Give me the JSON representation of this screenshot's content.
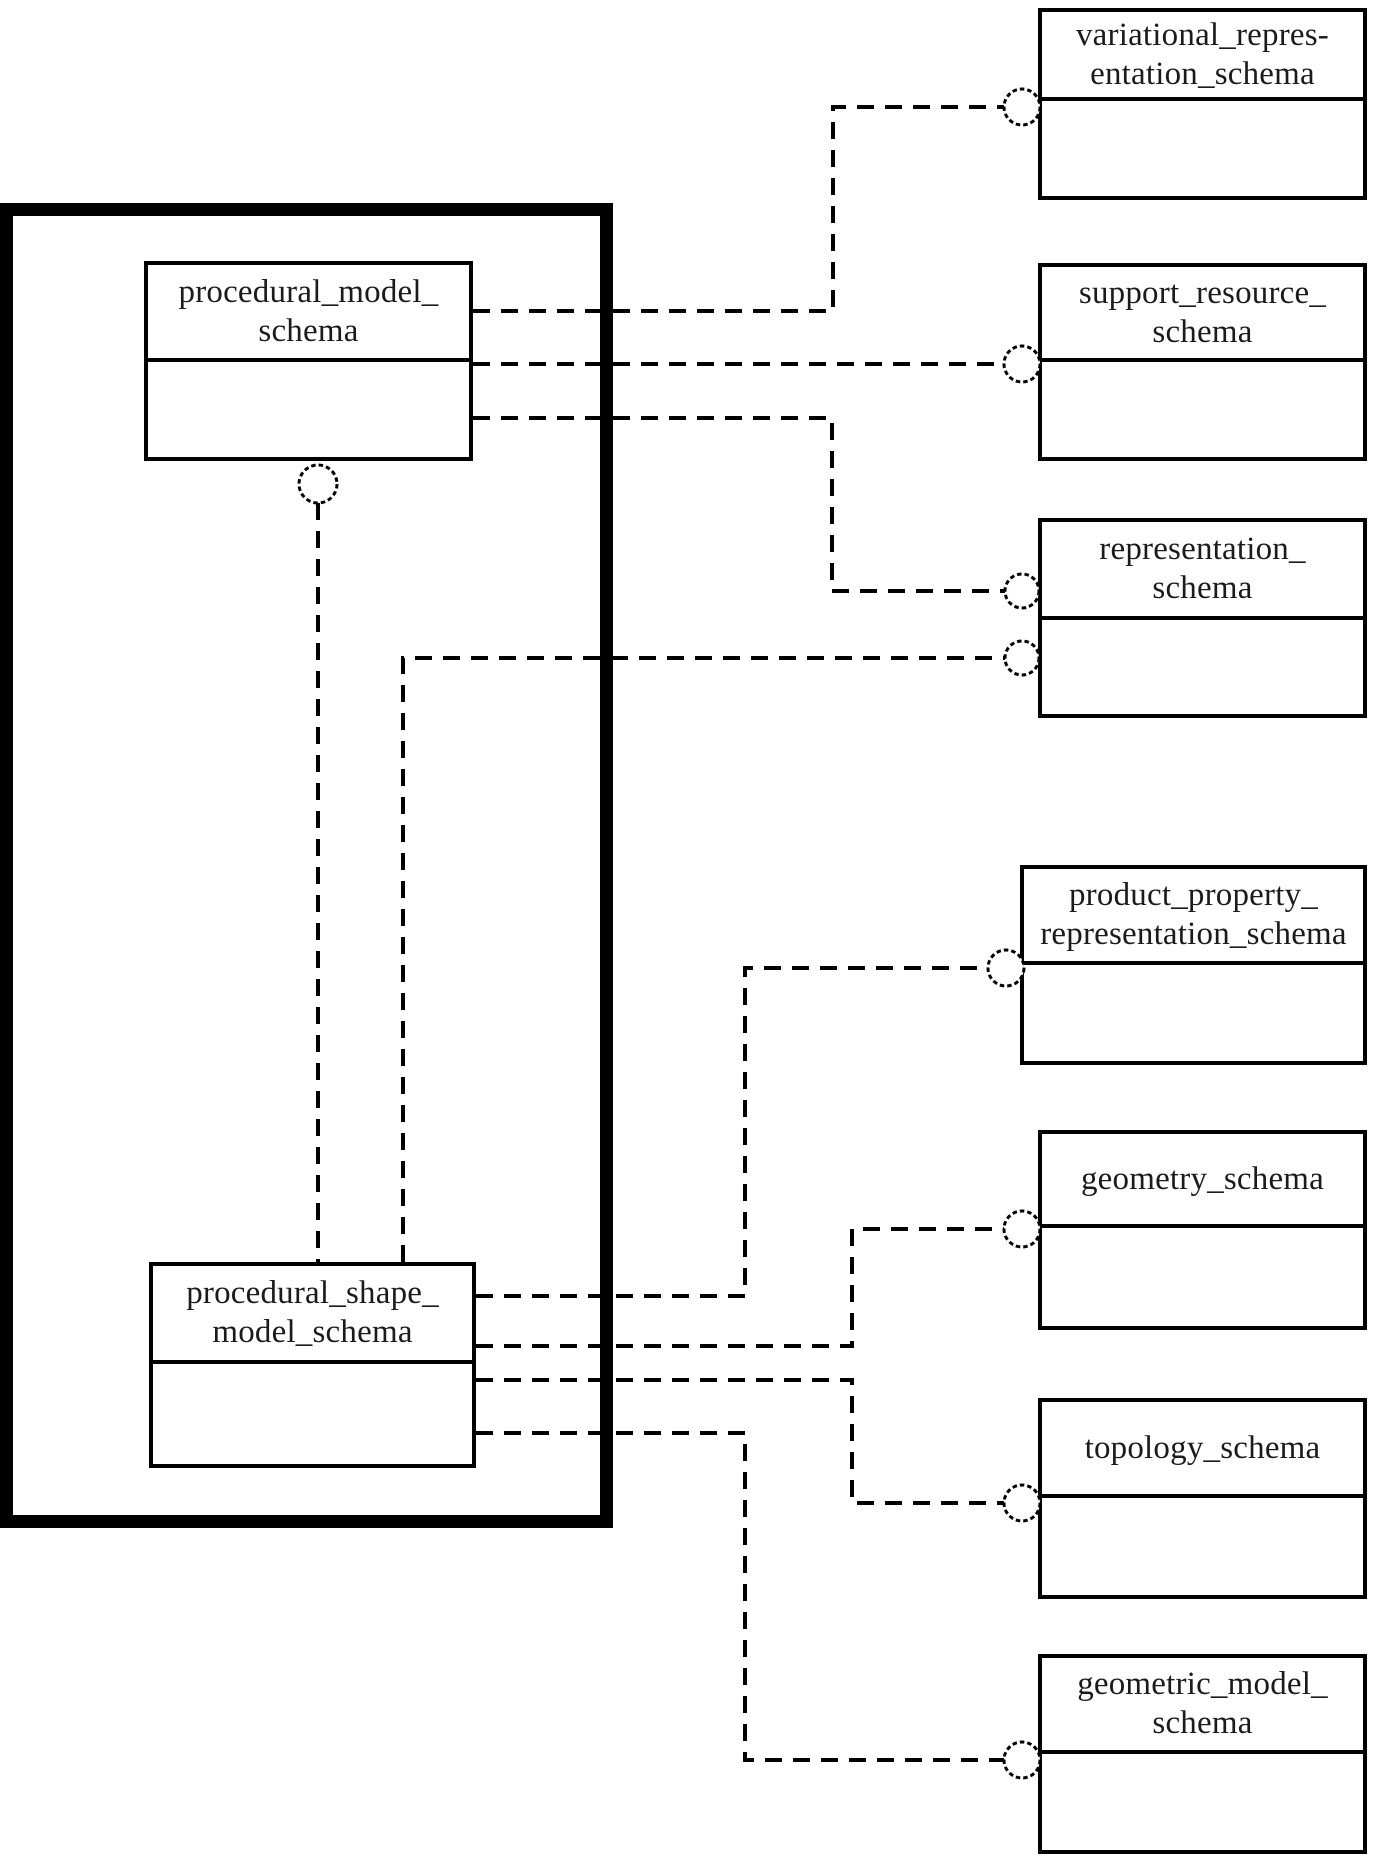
{
  "diagram": {
    "title": "schema interface diagram",
    "colors": {
      "line": "#000000",
      "background": "#ffffff",
      "text": "#1b1b1b"
    },
    "main_group": {
      "boxes": [
        {
          "id": "procedural_model_schema",
          "label": "procedural_model_\nschema"
        },
        {
          "id": "procedural_shape_model_schema",
          "label": "procedural_shape_\nmodel_schema"
        }
      ]
    },
    "external_boxes": [
      {
        "id": "variational_representation_schema",
        "label": "variational_repres-\nentation_schema"
      },
      {
        "id": "support_resource_schema",
        "label": "support_resource_\nschema"
      },
      {
        "id": "representation_schema",
        "label": "representation_\nschema"
      },
      {
        "id": "product_property_representation_schema",
        "label": "product_property_\nrepresentation_schema"
      },
      {
        "id": "geometry_schema",
        "label": "geometry_schema"
      },
      {
        "id": "topology_schema",
        "label": "topology_schema"
      },
      {
        "id": "geometric_model_schema",
        "label": "geometric_model_\nschema"
      }
    ],
    "references": [
      {
        "from": "procedural_model_schema",
        "to": "variational_representation_schema"
      },
      {
        "from": "procedural_model_schema",
        "to": "support_resource_schema"
      },
      {
        "from": "procedural_model_schema",
        "to": "representation_schema"
      },
      {
        "from": "procedural_shape_model_schema",
        "to": "procedural_model_schema"
      },
      {
        "from": "procedural_shape_model_schema",
        "to": "representation_schema"
      },
      {
        "from": "procedural_shape_model_schema",
        "to": "product_property_representation_schema"
      },
      {
        "from": "procedural_shape_model_schema",
        "to": "geometry_schema"
      },
      {
        "from": "procedural_shape_model_schema",
        "to": "topology_schema"
      },
      {
        "from": "procedural_shape_model_schema",
        "to": "geometric_model_schema"
      }
    ]
  }
}
